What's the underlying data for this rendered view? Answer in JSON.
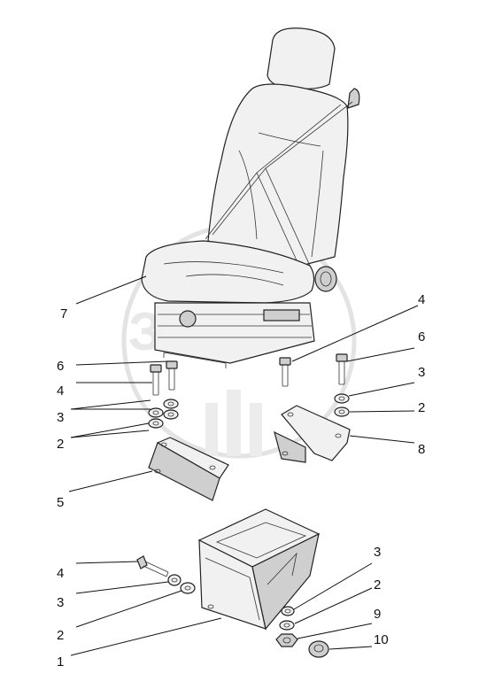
{
  "diagram": {
    "labels": [
      {
        "id": "7",
        "text": "7"
      },
      {
        "id": "4a",
        "text": "4"
      },
      {
        "id": "6a",
        "text": "6"
      },
      {
        "id": "6b",
        "text": "6"
      },
      {
        "id": "4b",
        "text": "4"
      },
      {
        "id": "3a",
        "text": "3"
      },
      {
        "id": "3b",
        "text": "3"
      },
      {
        "id": "2a",
        "text": "2"
      },
      {
        "id": "2b",
        "text": "2"
      },
      {
        "id": "8",
        "text": "8"
      },
      {
        "id": "5",
        "text": "5"
      },
      {
        "id": "4c",
        "text": "4"
      },
      {
        "id": "3c",
        "text": "3"
      },
      {
        "id": "3d",
        "text": "3"
      },
      {
        "id": "2c",
        "text": "2"
      },
      {
        "id": "2d",
        "text": "2"
      },
      {
        "id": "9",
        "text": "9"
      },
      {
        "id": "10",
        "text": "10"
      },
      {
        "id": "1",
        "text": "1"
      }
    ]
  },
  "colors": {
    "line": "#111111",
    "part_fill": "#f1f1f1",
    "watermark": "#e3e3e3"
  }
}
